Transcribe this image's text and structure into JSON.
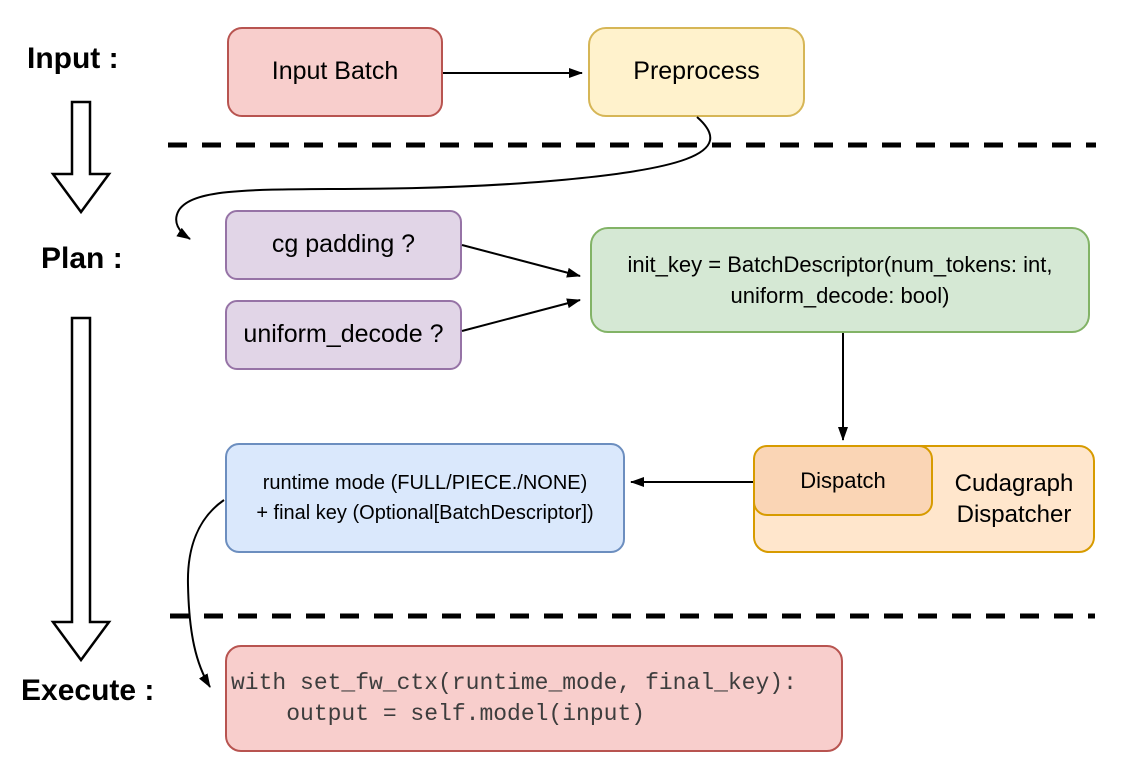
{
  "colors": {
    "red_fill": "#F8CECC",
    "red_stroke": "#B85450",
    "yellow_fill": "#FFF2CC",
    "yellow_stroke": "#D6B656",
    "purple_fill": "#E1D5E7",
    "purple_stroke": "#9673A6",
    "green_fill": "#D5E8D4",
    "green_stroke": "#82B366",
    "blue_fill": "#DAE8FC",
    "blue_stroke": "#6C8EBF",
    "orange_fill": "#FFE6CC",
    "orange_inner_fill": "#FAD5B5",
    "orange_stroke": "#D79B00",
    "code_text": "#3D3D3D",
    "line": "#000000"
  },
  "stages": {
    "input": "Input :",
    "plan": "Plan :",
    "execute": "Execute :"
  },
  "nodes": {
    "input_batch": "Input Batch",
    "preprocess": "Preprocess",
    "cg_padding": "cg padding ?",
    "uniform_decode": "uniform_decode ?",
    "init_key_line1": "init_key = BatchDescriptor(num_tokens: int,",
    "init_key_line2": "uniform_decode: bool)",
    "runtime_mode_line1": "runtime mode (FULL/PIECE./NONE)",
    "runtime_mode_line2": "+ final key (Optional[BatchDescriptor])",
    "dispatch": "Dispatch",
    "dispatcher_line1": "Cudagraph",
    "dispatcher_line2": "Dispatcher",
    "code_line1": "with set_fw_ctx(runtime_mode, final_key):",
    "code_line2": "    output = self.model(input)"
  }
}
